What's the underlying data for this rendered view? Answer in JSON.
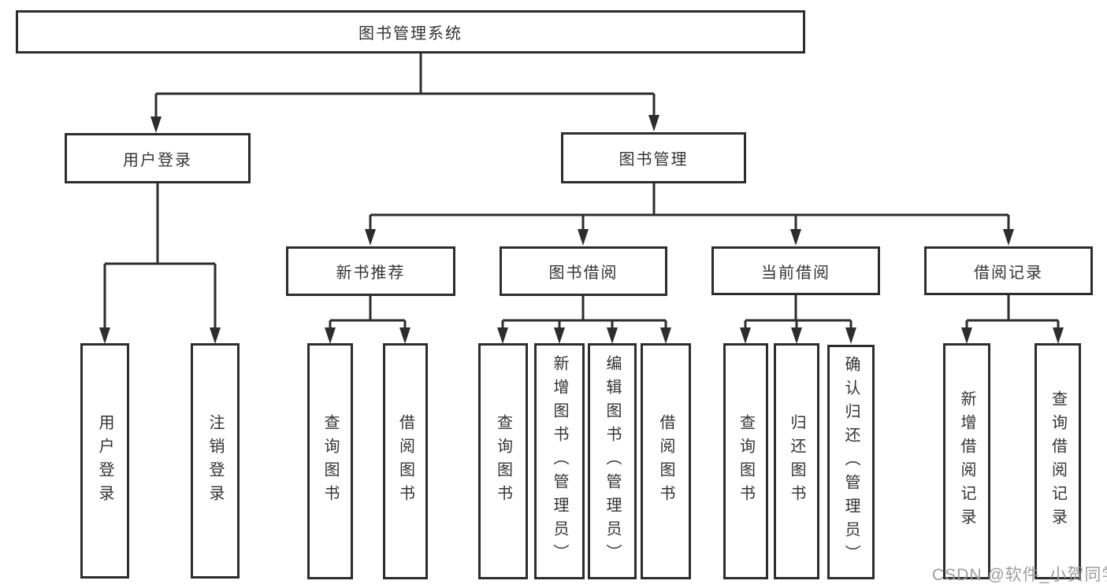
{
  "root": {
    "label": "图书管理系统"
  },
  "user_login": {
    "label": "用户登录",
    "children": [
      {
        "label": "用户登录"
      },
      {
        "label": "注销登录"
      }
    ]
  },
  "book_management": {
    "label": "图书管理",
    "sections": {
      "new_books": {
        "label": "新书推荐",
        "children": [
          {
            "label": "查询图书"
          },
          {
            "label": "借阅图书"
          }
        ]
      },
      "borrowing": {
        "label": "图书借阅",
        "children": [
          {
            "label": "查询图书"
          },
          {
            "label": "新增图书（管理员）"
          },
          {
            "label": "编辑图书（管理员）"
          },
          {
            "label": "借阅图书"
          }
        ]
      },
      "current": {
        "label": "当前借阅",
        "children": [
          {
            "label": "查询图书"
          },
          {
            "label": "归还图书"
          },
          {
            "label": "确认归还（管理员）"
          }
        ]
      },
      "records": {
        "label": "借阅记录",
        "children": [
          {
            "label": "新增借阅记录"
          },
          {
            "label": "查询借阅记录"
          }
        ]
      }
    }
  },
  "watermark": {
    "text": "CSDN @软件_小贺同学"
  },
  "colors": {
    "line": "#2d2d2d",
    "box_border": "#2d2d2d",
    "text": "#333333",
    "watermark": "#9c9c9c",
    "background": "#ffffff"
  }
}
